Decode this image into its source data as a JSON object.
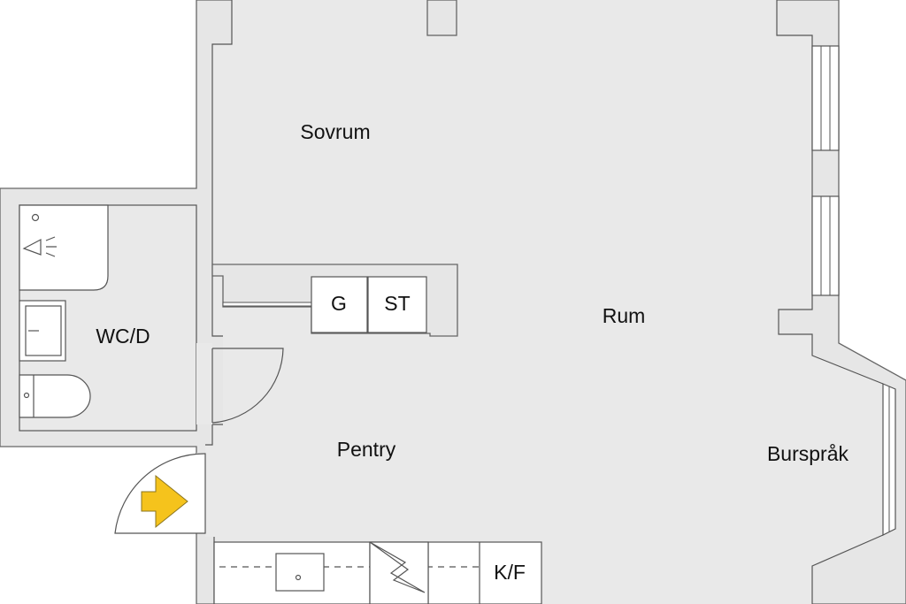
{
  "rooms": {
    "sovrum": "Sovrum",
    "rum": "Rum",
    "wc": "WC/D",
    "pentry": "Pentry",
    "burspraak": "Burspråk"
  },
  "appliances": {
    "g": "G",
    "st": "ST",
    "kf": "K/F"
  },
  "colors": {
    "floor": "#e9e9e9",
    "wall": "#e6e6e6",
    "outline": "#555555",
    "entrance_arrow": "#f5c31c"
  },
  "icons": [
    "entrance-arrow-icon",
    "shower-icon",
    "sink-icon",
    "toilet-icon",
    "stove-icon",
    "window-icon",
    "door-swing-icon"
  ]
}
